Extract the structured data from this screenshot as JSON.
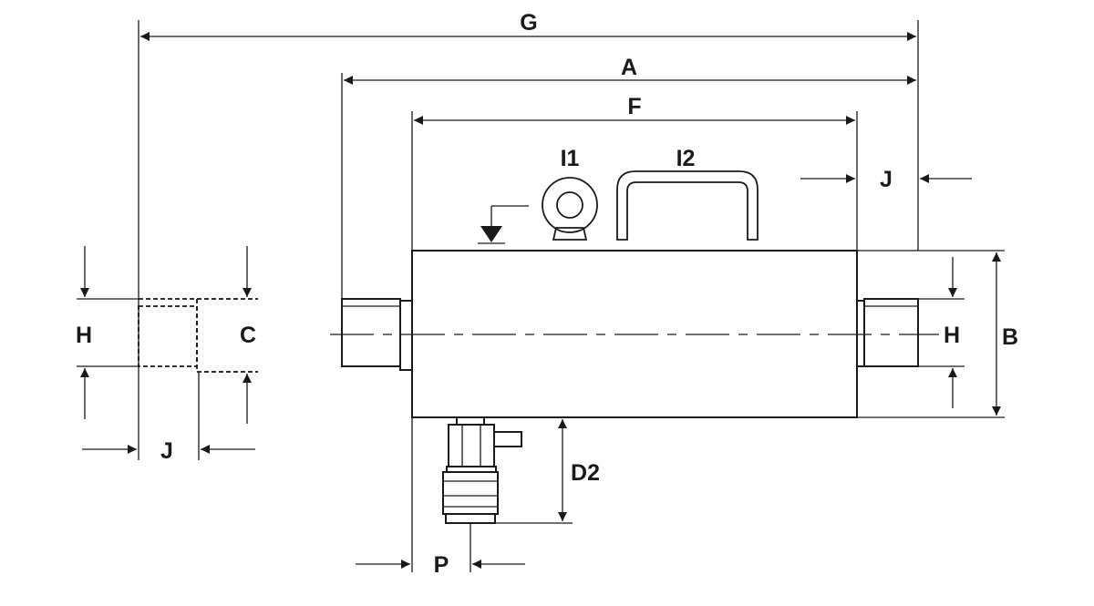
{
  "labels": {
    "g": "G",
    "a": "A",
    "f": "F",
    "i1": "I1",
    "i2": "I2",
    "j_top": "J",
    "h_left": "H",
    "c": "C",
    "j_bottom": "J",
    "h_right": "H",
    "b": "B",
    "d2": "D2",
    "p": "P"
  },
  "colors": {
    "line": "#1a1a1a",
    "background": "#ffffff"
  }
}
